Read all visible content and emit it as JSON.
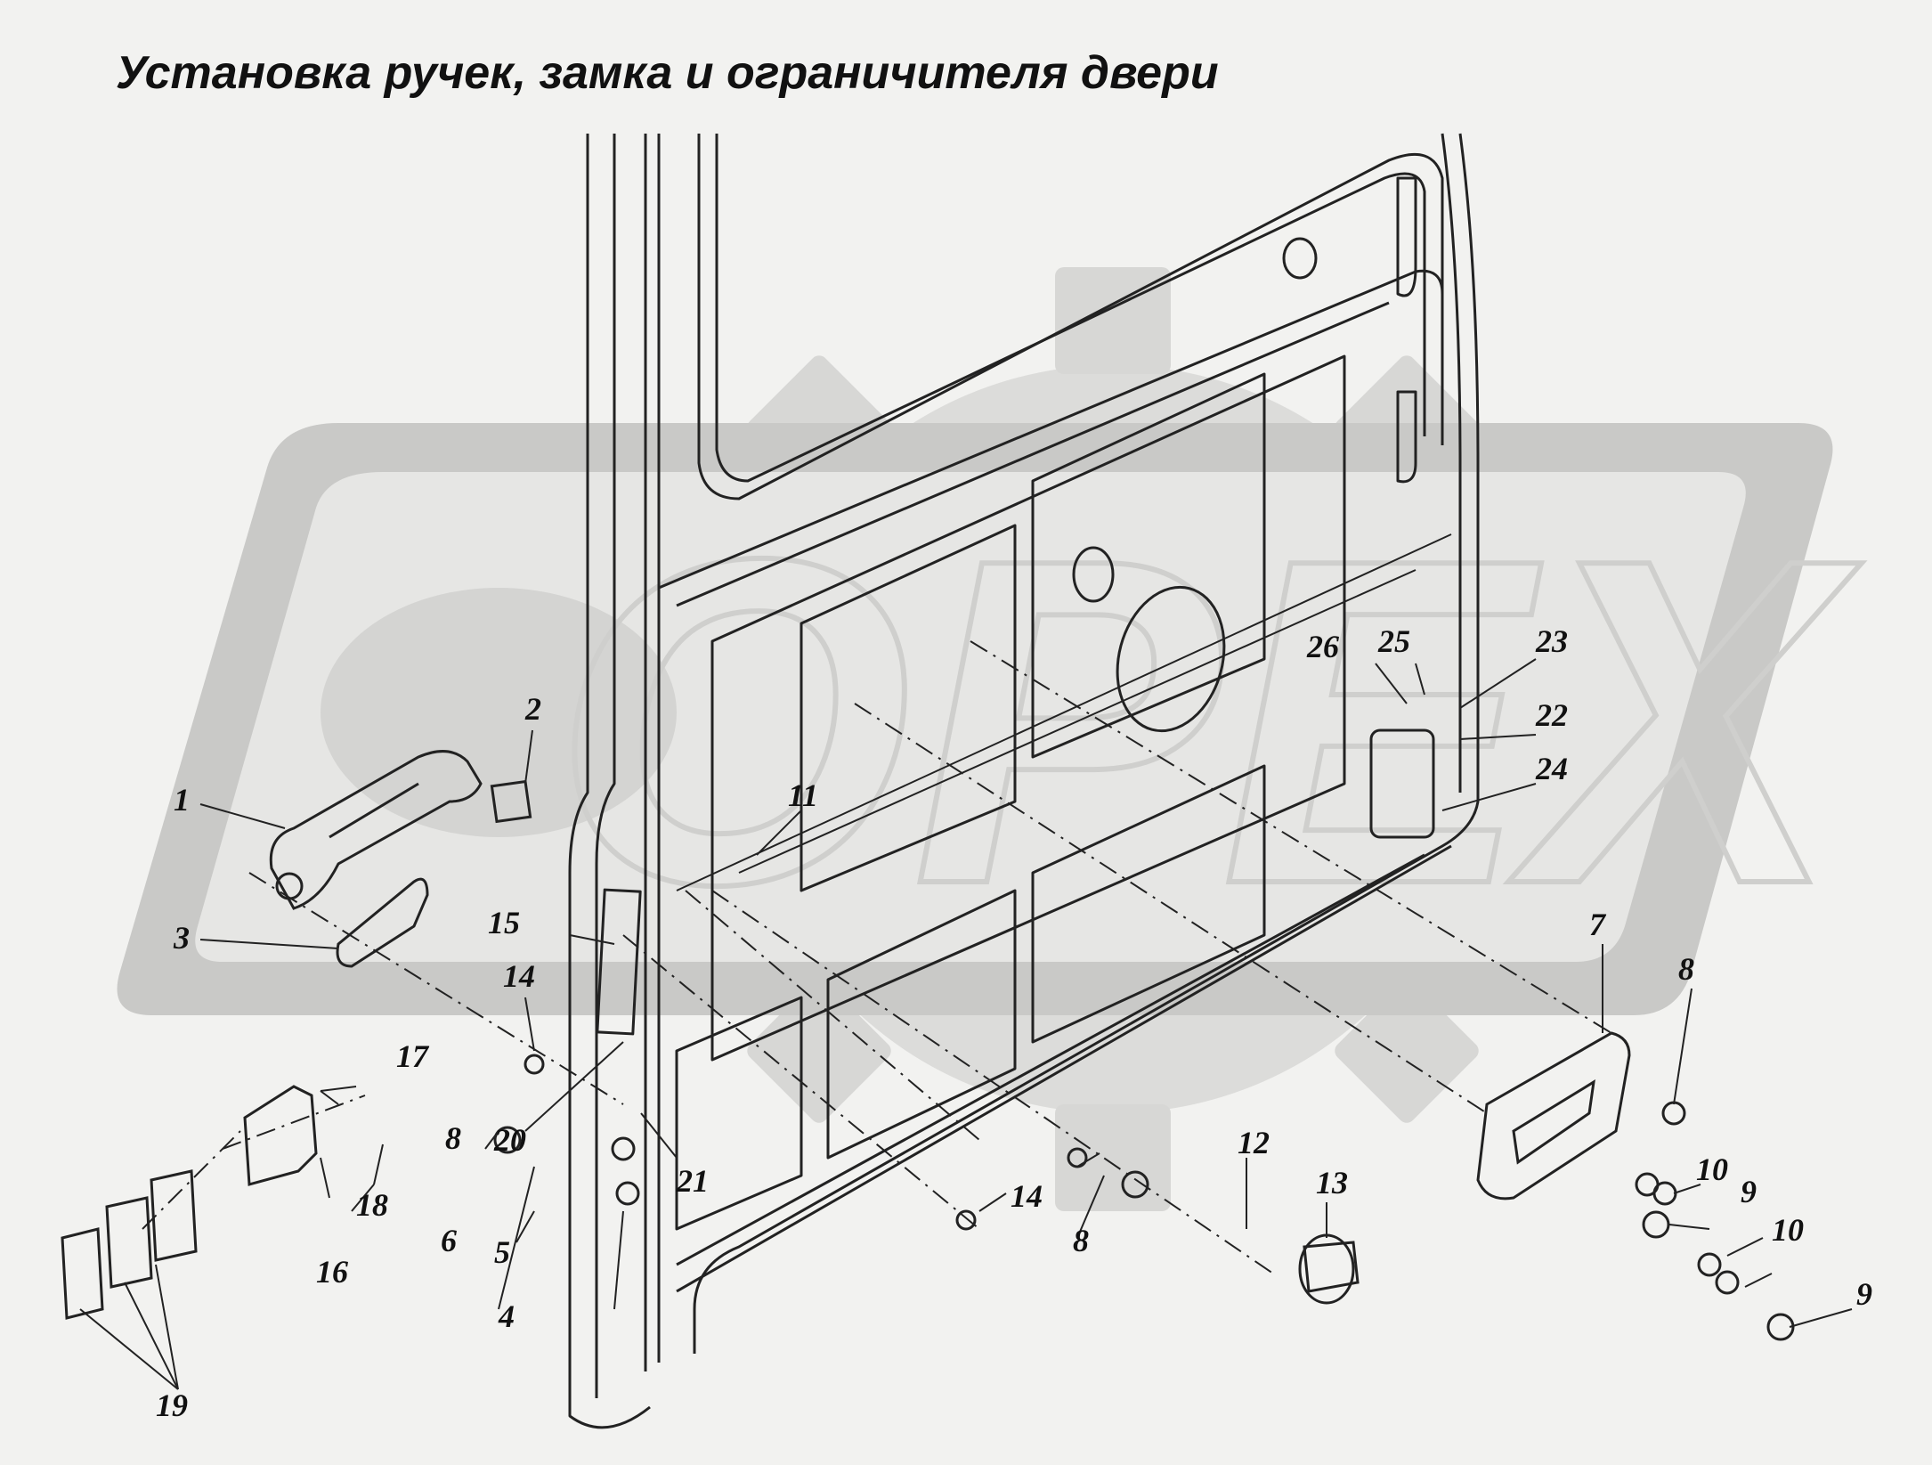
{
  "title": "Установка ручек, замка и ограничителя двери",
  "watermark": {
    "text": "OPEX",
    "color": "#c9c9c7"
  },
  "colors": {
    "background": "#f2f2f0",
    "ink": "#111111"
  },
  "callouts": [
    "1",
    "2",
    "3",
    "4",
    "5",
    "6",
    "7",
    "8",
    "8",
    "8",
    "9",
    "9",
    "10",
    "10",
    "11",
    "12",
    "13",
    "14",
    "14",
    "15",
    "16",
    "17",
    "18",
    "19",
    "20",
    "21",
    "22",
    "23",
    "24",
    "25",
    "26"
  ]
}
